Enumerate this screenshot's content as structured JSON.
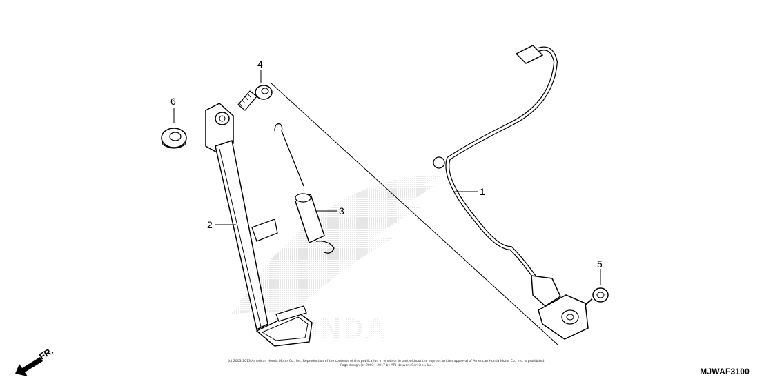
{
  "callouts": {
    "p1": "1",
    "p2": "2",
    "p3": "3",
    "p4": "4",
    "p5": "5",
    "p6": "6"
  },
  "watermark": "HONDA",
  "direction_label": "FR.",
  "diagram_code": "MJWAF3100",
  "copyright": {
    "line1": "(c) 2003-2013 American Honda Motor Co., Inc. Reproduction of the contents of this publication in whole or in part without the express written approval of American Honda Motor Co., Inc. is prohibited.",
    "line2": "Page design (c) 2003 - 2017 by ARI Network Services, Inc."
  }
}
